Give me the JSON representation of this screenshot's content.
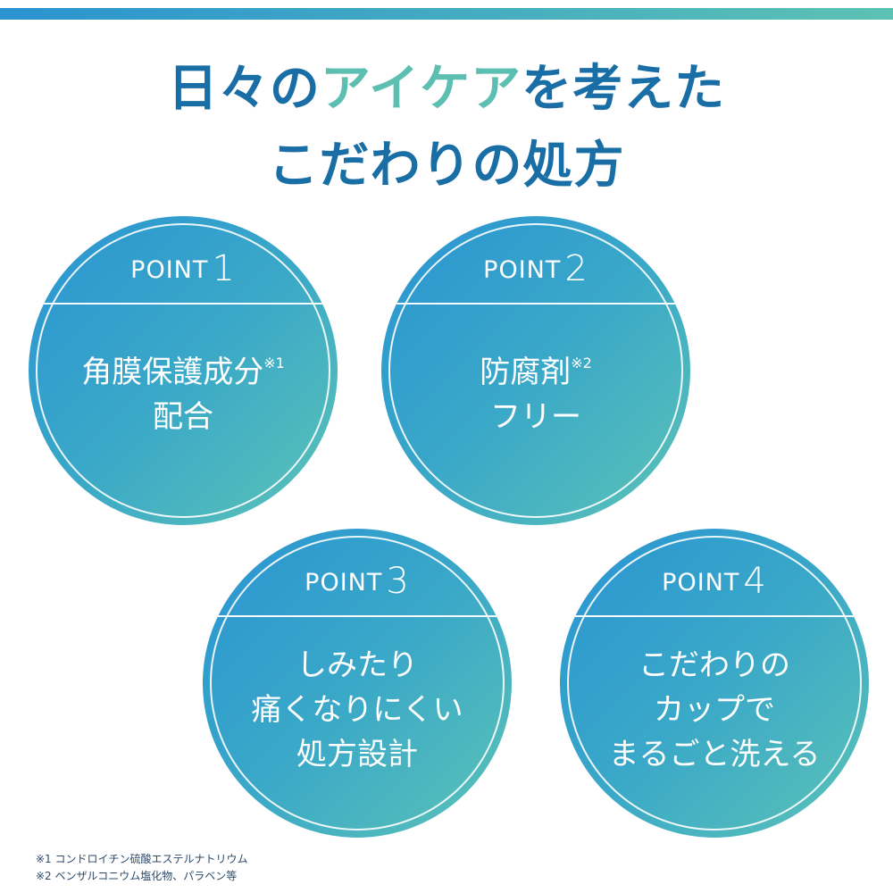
{
  "colors": {
    "primary": "#1a6ea6",
    "accent": "#5dbfb2",
    "gradient_start": "#2a93d0",
    "gradient_end": "#5cc2b4"
  },
  "title": {
    "line1_a": "日々の",
    "line1_accent": "アイケア",
    "line1_b": "を考えた",
    "line2": "こだわりの処方"
  },
  "points": [
    {
      "label": "POINT",
      "num": "1",
      "lines": [
        "角膜保護成分",
        "配合"
      ],
      "note": "※1"
    },
    {
      "label": "POINT",
      "num": "2",
      "lines": [
        "防腐剤",
        "フリー"
      ],
      "note": "※2"
    },
    {
      "label": "POINT",
      "num": "3",
      "lines": [
        "しみたり",
        "痛くなりにくい",
        "処方設計"
      ]
    },
    {
      "label": "POINT",
      "num": "4",
      "lines": [
        "こだわりの",
        "カップで",
        "まるごと洗える"
      ]
    }
  ],
  "footnotes": [
    "※1 コンドロイチン硫酸エステルナトリウム",
    "※2 ベンザルコニウム塩化物、パラベン等"
  ]
}
